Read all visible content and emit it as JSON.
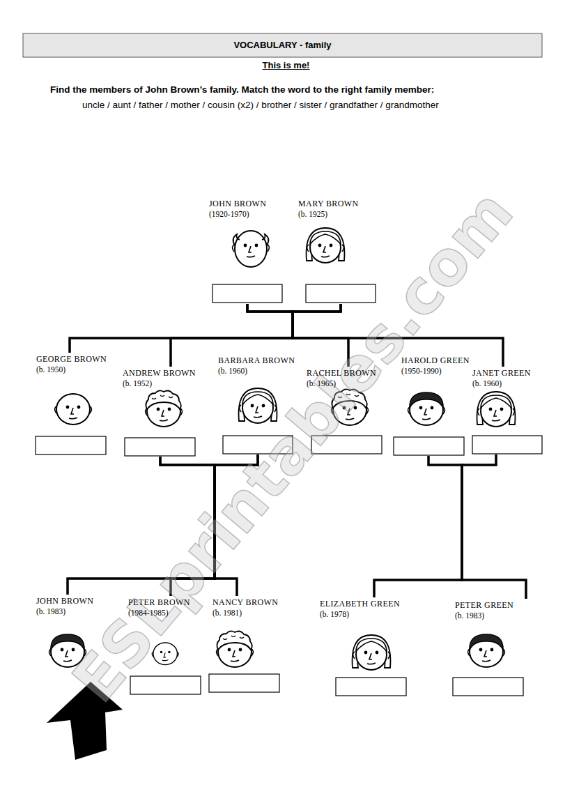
{
  "diagram": {
    "title": "VOCABULARY - family",
    "nodes": [
      {
        "text": [
          "JOHN BROWN",
          "(1920-1970)"
        ]
      },
      {
        "text": [
          "MARY BROWN",
          "(b. 1925)"
        ]
      },
      {
        "text": [
          "GEORGE BROWN",
          "(b. 1950)"
        ]
      },
      {
        "text": [
          "ANDREW BROWN",
          "(b. 1952)"
        ]
      },
      {
        "text": [
          "BARBARA BROWN",
          "(b. 1960)"
        ]
      },
      {
        "text": [
          "RACHEL BROWN",
          "(b. 1965)"
        ]
      },
      {
        "text": [
          "HAROLD GREEN",
          "(1950-1990)"
        ]
      },
      {
        "text": [
          "JANET GREEN",
          "(b. 1960)"
        ]
      },
      {
        "text": [
          "JOHN BROWN",
          "(b. 1983)"
        ]
      },
      {
        "text": [
          "PETER BROWN",
          "(1984-1985)"
        ]
      },
      {
        "text": [
          "NANCY BROWN",
          "(b. 1981)"
        ]
      },
      {
        "text": [
          "ELIZABETH GREEN",
          "(b. 1978)"
        ]
      },
      {
        "text": [
          "PETER GREEN",
          "(b. 1983)"
        ]
      }
    ],
    "edges": [
      {
        "from": 0,
        "to": 2,
        "arrow": "none"
      },
      {
        "from": 0,
        "to": 3,
        "arrow": "none"
      },
      {
        "from": 0,
        "to": 5,
        "arrow": "none"
      },
      {
        "from": 0,
        "to": 7,
        "arrow": "none"
      },
      {
        "from": 1,
        "to": 2,
        "arrow": "none"
      },
      {
        "from": 1,
        "to": 3,
        "arrow": "none"
      },
      {
        "from": 1,
        "to": 5,
        "arrow": "none"
      },
      {
        "from": 1,
        "to": 7,
        "arrow": "none"
      },
      {
        "from": 3,
        "to": 8,
        "arrow": "none"
      },
      {
        "from": 3,
        "to": 9,
        "arrow": "none"
      },
      {
        "from": 3,
        "to": 10,
        "arrow": "none"
      },
      {
        "from": 4,
        "to": 8,
        "arrow": "none"
      },
      {
        "from": 4,
        "to": 9,
        "arrow": "none"
      },
      {
        "from": 4,
        "to": 10,
        "arrow": "none"
      },
      {
        "from": 6,
        "to": 11,
        "arrow": "none"
      },
      {
        "from": 6,
        "to": 12,
        "arrow": "none"
      },
      {
        "from": 7,
        "to": 11,
        "arrow": "none"
      },
      {
        "from": 7,
        "to": 12,
        "arrow": "none"
      }
    ],
    "labels": [
      "This is me!",
      "Find the members of John Brown’s family. Match the word to the right family member:",
      "uncle / aunt / father / mother / cousin (x2) / brother / sister / grandfather / grandmother",
      "ESLprintables.com"
    ]
  }
}
